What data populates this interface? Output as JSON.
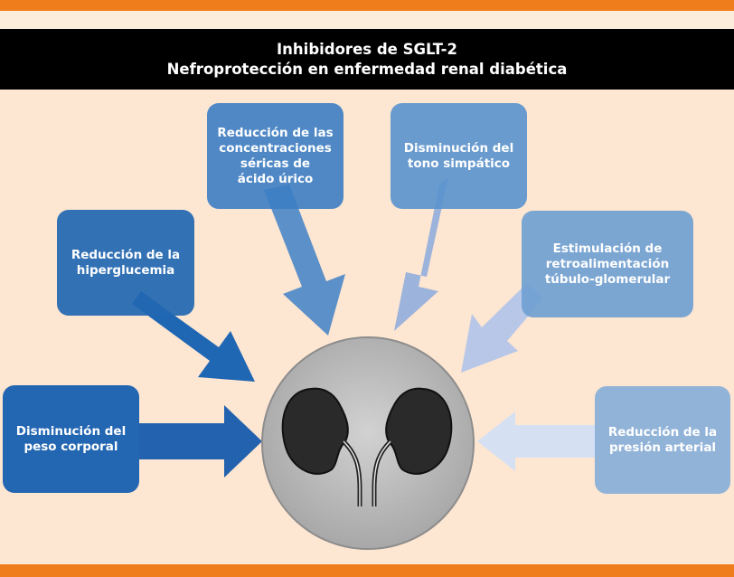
{
  "header": {
    "line1": "Inhibidores de SGLT-2",
    "line2": "Nefroprotección en enfermedad renal diabética"
  },
  "boxes": {
    "peso": "Disminución del\npeso corporal",
    "hiperglucemia": "Reducción de la\nhiperglucemia",
    "acido_urico": "Reducción de las\nconcentraciones\nséricas de\nácido úrico",
    "tono_simpatico": "Disminución del\ntono simpático",
    "tubulo": "Estimulación de\nretroalimentación\ntúbulo-glomerular",
    "presion": "Reducción de la\npresión arterial"
  },
  "icons": {
    "center": "kidneys-icon"
  },
  "colors": {
    "background": "#fde6d2",
    "orange_bar": "#f07d1c",
    "header_bg": "#000000",
    "box_dark_blue": "#2166b4",
    "box_light_blue": "#8fb0d6"
  }
}
